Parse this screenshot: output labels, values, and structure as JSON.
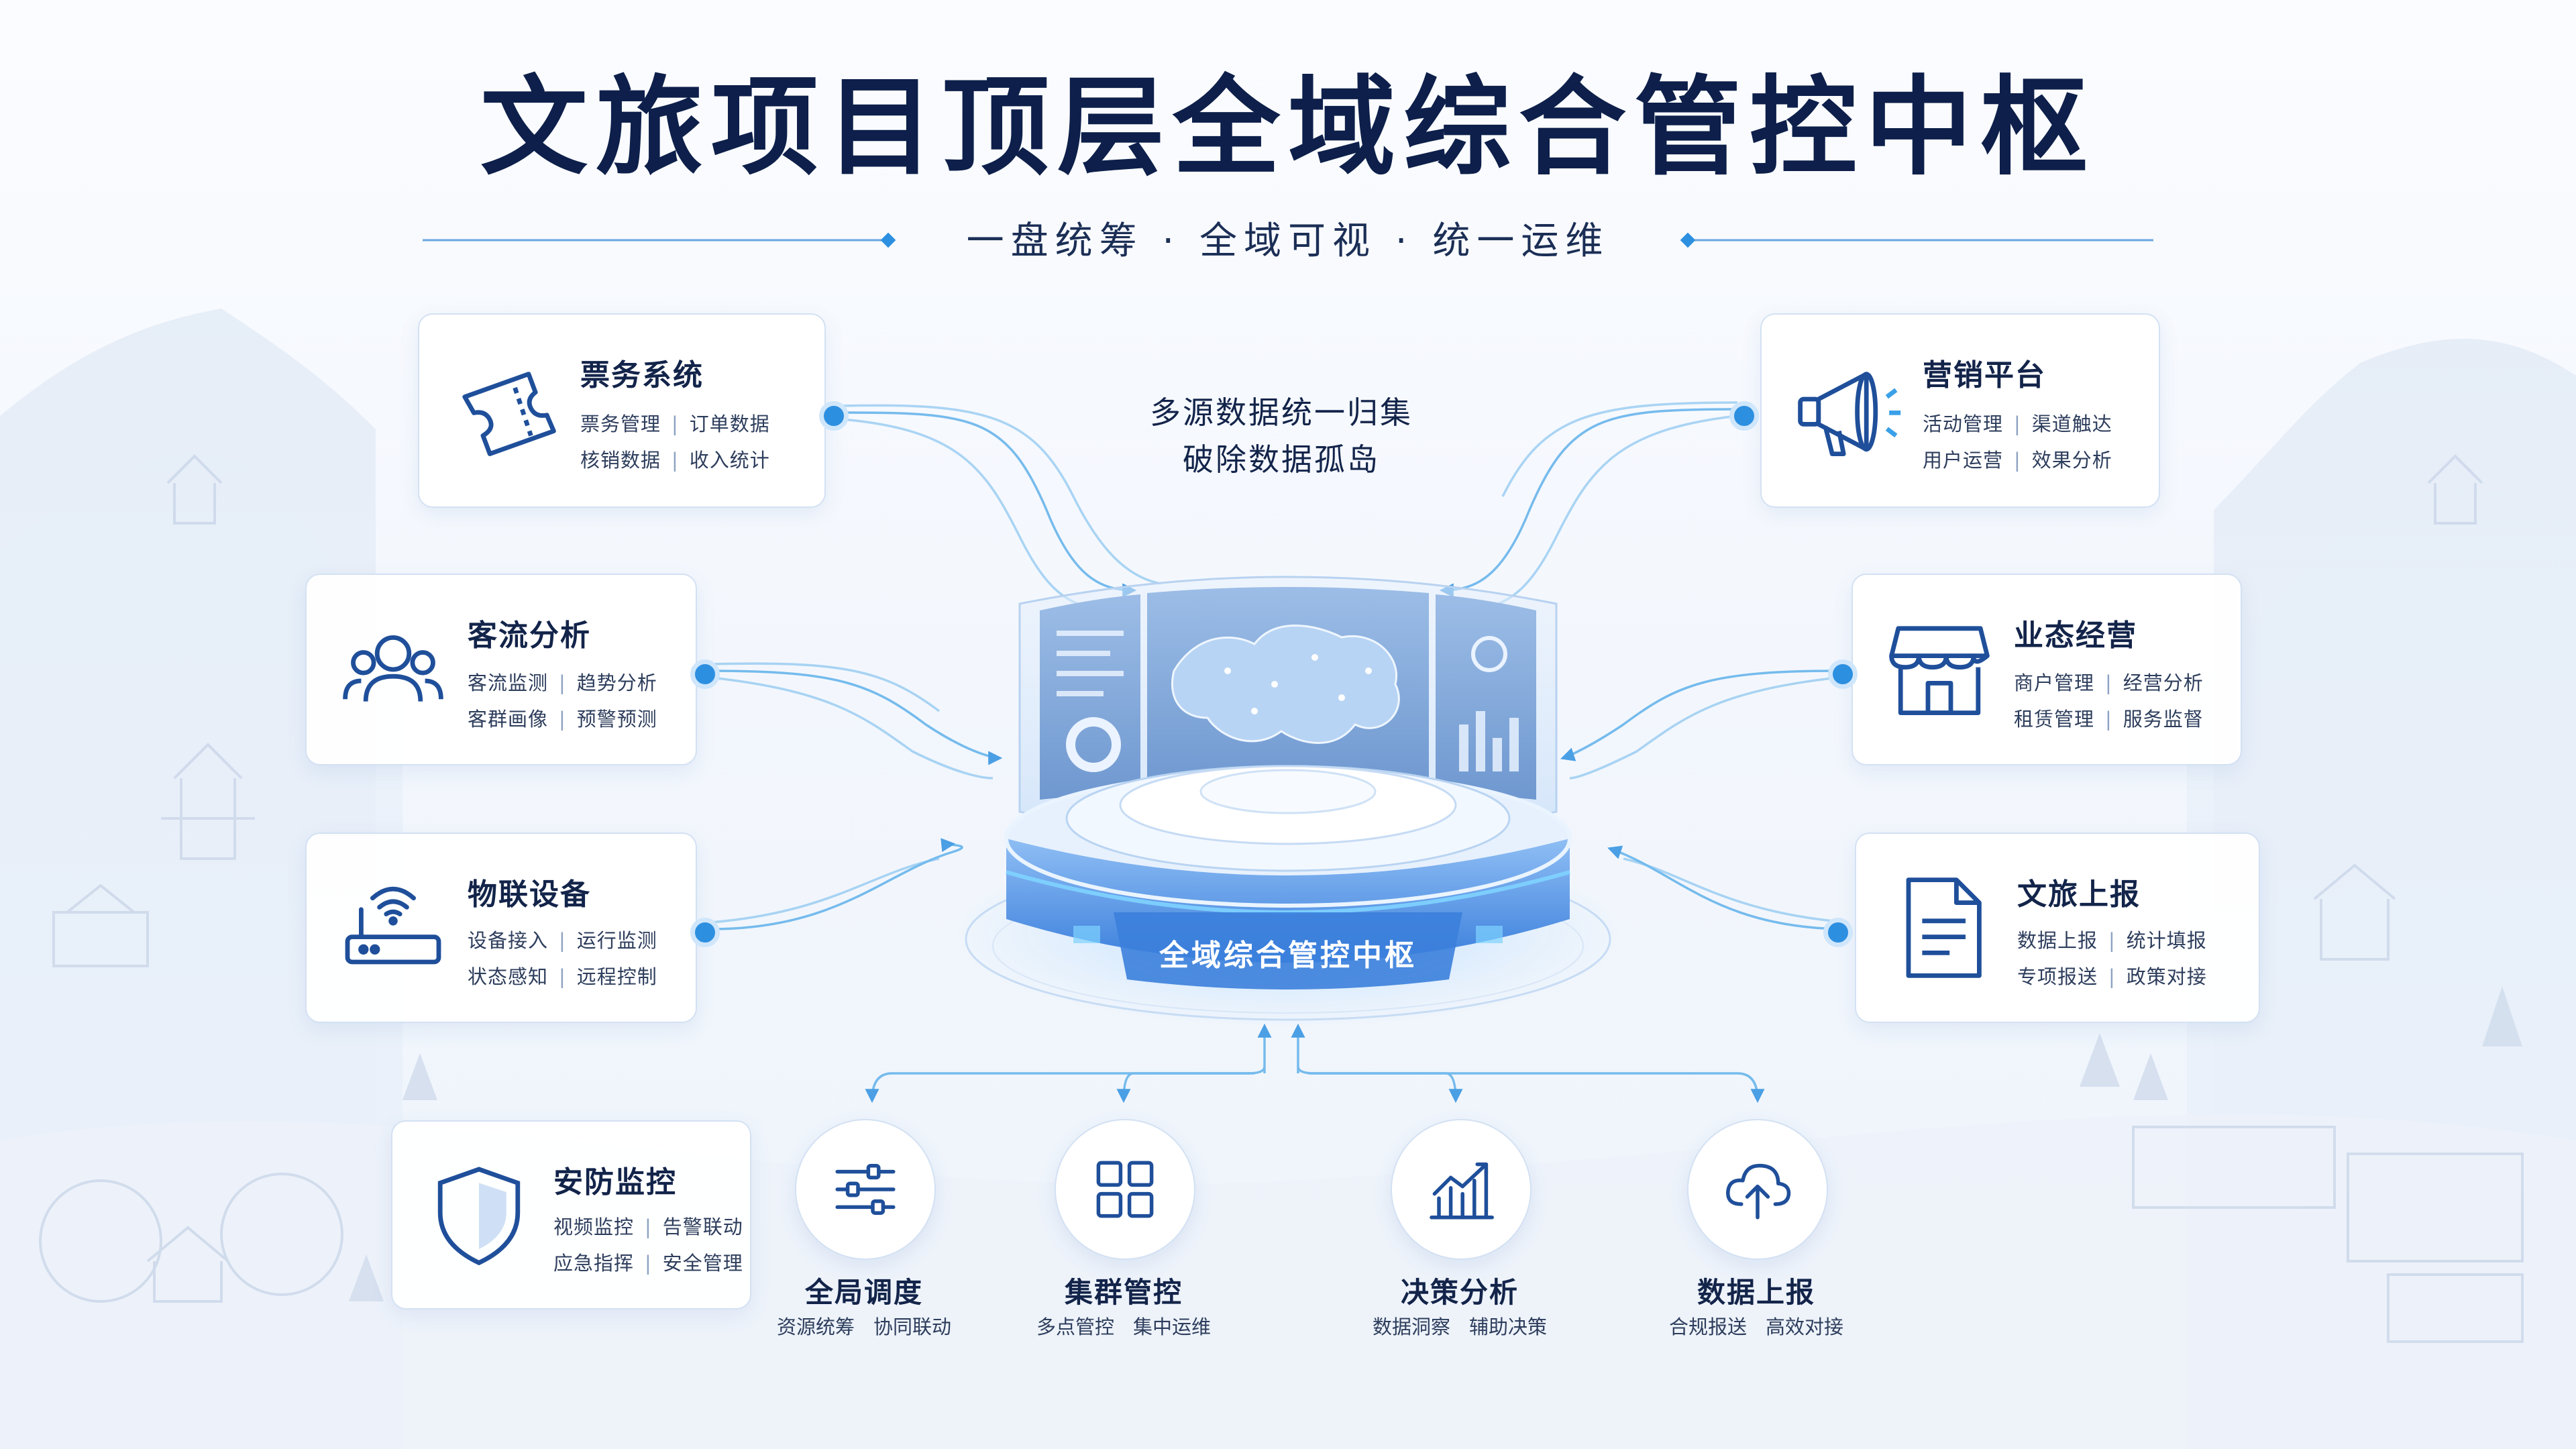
{
  "header": {
    "title": "文旅项目顶层全域综合管控中枢",
    "subtitle": "一盘统筹 · 全域可视 · 统一运维"
  },
  "center": {
    "line1": "多源数据统一归集",
    "line2": "破除数据孤岛",
    "hub_label": "全域综合管控中枢"
  },
  "left_cards": [
    {
      "title": "票务系统",
      "icon": "ticket-icon",
      "items": [
        "票务管理",
        "订单数据",
        "核销数据",
        "收入统计"
      ]
    },
    {
      "title": "客流分析",
      "icon": "people-icon",
      "items": [
        "客流监测",
        "趋势分析",
        "客群画像",
        "预警预测"
      ]
    },
    {
      "title": "物联设备",
      "icon": "router-icon",
      "items": [
        "设备接入",
        "运行监测",
        "状态感知",
        "远程控制"
      ]
    },
    {
      "title": "安防监控",
      "icon": "shield-icon",
      "items": [
        "视频监控",
        "告警联动",
        "应急指挥",
        "安全管理"
      ]
    }
  ],
  "right_cards": [
    {
      "title": "营销平台",
      "icon": "megaphone-icon",
      "items": [
        "活动管理",
        "渠道触达",
        "用户运营",
        "效果分析"
      ]
    },
    {
      "title": "业态经营",
      "icon": "store-icon",
      "items": [
        "商户管理",
        "经营分析",
        "租赁管理",
        "服务监督"
      ]
    },
    {
      "title": "文旅上报",
      "icon": "document-icon",
      "items": [
        "数据上报",
        "统计填报",
        "专项报送",
        "政策对接"
      ]
    }
  ],
  "bottom_items": [
    {
      "title": "全局调度",
      "icon": "sliders-icon",
      "subs": [
        "资源统筹",
        "协同联动"
      ]
    },
    {
      "title": "集群管控",
      "icon": "grid-icon",
      "subs": [
        "多点管控",
        "集中运维"
      ]
    },
    {
      "title": "决策分析",
      "icon": "chart-icon",
      "subs": [
        "数据洞察",
        "辅助决策"
      ]
    },
    {
      "title": "数据上报",
      "icon": "cloud-upload-icon",
      "subs": [
        "合规报送",
        "高效对接"
      ]
    }
  ],
  "colors": {
    "accent": "#2d8fe0",
    "title": "#0d1f4a",
    "hub": "#4a8fe6"
  }
}
